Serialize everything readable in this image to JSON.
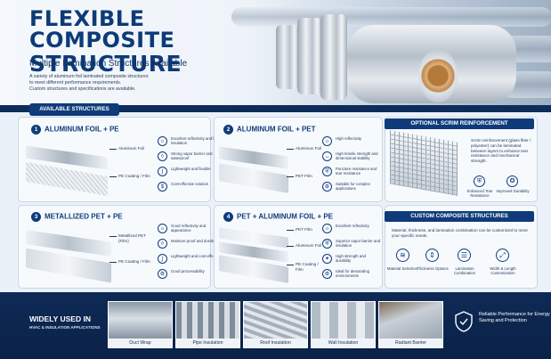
{
  "hero": {
    "title_line1": "FLEXIBLE COMPOSITE",
    "title_line2": "STRUCTURE",
    "subtitle": "Multiple Lamination Structures Available",
    "desc_line1": "A variety of aluminum foil laminated composite structures",
    "desc_line2": "to meet different performance requirements.",
    "desc_line3": "Custom structures and specifications are available."
  },
  "section_tag": "AVAILABLE STRUCTURES",
  "cards": [
    {
      "num": "1",
      "title": "ALUMINUM FOIL + PE",
      "layers": [
        "Aluminum Foil",
        "PE Coating / Film"
      ],
      "features": [
        "Excellent reflectivity and heat insulation",
        "Strong vapor barrier and waterproof",
        "Lightweight and flexible",
        "Cost-effective solution"
      ]
    },
    {
      "num": "2",
      "title": "ALUMINUM FOIL + PET",
      "layers": [
        "Aluminum Foil",
        "PET Film"
      ],
      "features": [
        "High reflectivity",
        "High tensile strength and dimensional stability",
        "Puncture resistance and tear resistance",
        "Suitable for complex applications"
      ]
    },
    {
      "num": "3",
      "title": "METALLIZED PET + PE",
      "layers": [
        "Metallized PET (Film)",
        "PE Coating / Film"
      ],
      "features": [
        "Good reflectivity and appearance",
        "Moisture proof and durable",
        "Lightweight and cost-effective",
        "Good processability"
      ]
    },
    {
      "num": "4",
      "title": "PET + ALUMINUM FOIL + PE",
      "layers": [
        "PET Film",
        "Aluminum Foil",
        "PE Coating / Film"
      ],
      "features": [
        "Excellent reflectivity",
        "Superior vapor barrier and insulation",
        "High strength and durability",
        "Ideal for demanding environments"
      ]
    }
  ],
  "scrim": {
    "title": "OPTIONAL SCRIM REINFORCEMENT",
    "text": "Scrim reinforcement (glass fiber / polyester) can be laminated between layers to enhance tear resistance and mechanical strength.",
    "icons": [
      {
        "label": "Enhanced Tear Resistance",
        "icon": "shield-icon"
      },
      {
        "label": "Improved Durability",
        "icon": "badge-icon"
      }
    ]
  },
  "custom": {
    "title": "CUSTOM COMPOSITE STRUCTURES",
    "text": "Material, thickness, and lamination combination can be customized to meet your specific needs.",
    "items": [
      {
        "label": "Material Selection",
        "icon": "layers-icon"
      },
      {
        "label": "Thickness Options",
        "icon": "ruler-icon"
      },
      {
        "label": "Lamination Combination",
        "icon": "stack-icon"
      },
      {
        "label": "Width & Length Customization",
        "icon": "expand-icon"
      }
    ]
  },
  "bottom": {
    "title": "WIDELY USED IN",
    "subtitle": "HVAC & INSULATION APPLICATIONS",
    "applications": [
      "Duct Wrap",
      "Pipe Insulation",
      "Roof Insulation",
      "Wall Insulation",
      "Radiant Barrier"
    ],
    "reliable": "Reliable Performance for Energy Saving and Protection"
  },
  "colors": {
    "navy": "#0f3b7a",
    "dark_band": "#0e2a55",
    "foil": "#c9d1da",
    "page_bg": "#eaf1f8"
  }
}
